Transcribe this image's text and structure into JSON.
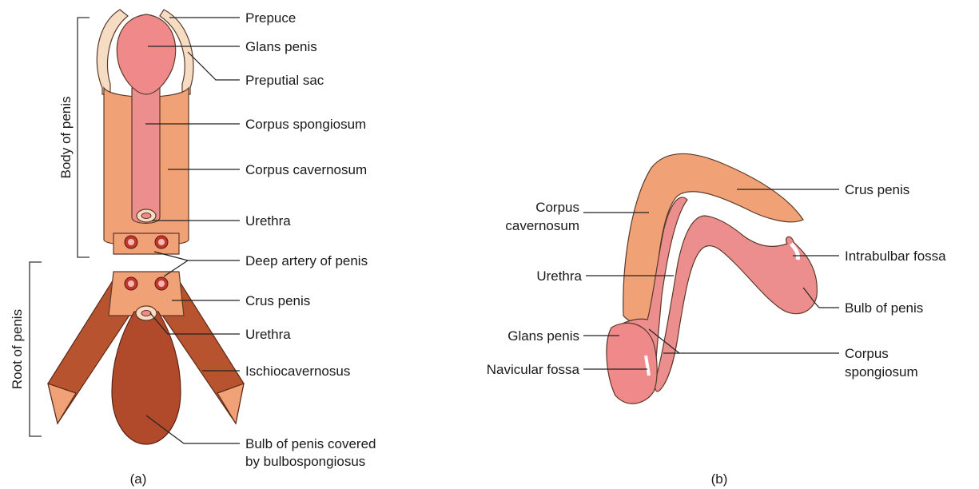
{
  "panel_a": {
    "caption": "(a)",
    "brackets": {
      "body": "Body of penis",
      "root": "Root of penis"
    },
    "labels": {
      "prepuce": "Prepuce",
      "glans_penis": "Glans penis",
      "preputial_sac": "Preputial sac",
      "corpus_spongiosum": "Corpus spongiosum",
      "corpus_cavernosum": "Corpus cavernosum",
      "urethra_body": "Urethra",
      "deep_artery": "Deep artery of penis",
      "crus_penis": "Crus penis",
      "urethra_root": "Urethra",
      "ischiocavernosus": "Ischiocavernosus",
      "bulb_line1": "Bulb of penis covered",
      "bulb_line2": "by bulbospongiosus"
    }
  },
  "panel_b": {
    "caption": "(b)",
    "labels": {
      "corpus_cavernosum_line1": "Corpus",
      "corpus_cavernosum_line2": "cavernosum",
      "urethra": "Urethra",
      "glans_penis": "Glans penis",
      "navicular_fossa": "Navicular fossa",
      "crus_penis": "Crus penis",
      "intrabulbar_fossa": "Intrabulbar fossa",
      "bulb_of_penis": "Bulb of penis",
      "corpus_spongiosum_line1": "Corpus",
      "corpus_spongiosum_line2": "spongiosum"
    }
  },
  "colors": {
    "skin": "#f7dcc4",
    "cavernosum": "#f0a176",
    "spongiosum": "#ec8e8e",
    "muscle": "#b8532f",
    "bulb": "#b14a2a",
    "artery": "#c0392b"
  }
}
